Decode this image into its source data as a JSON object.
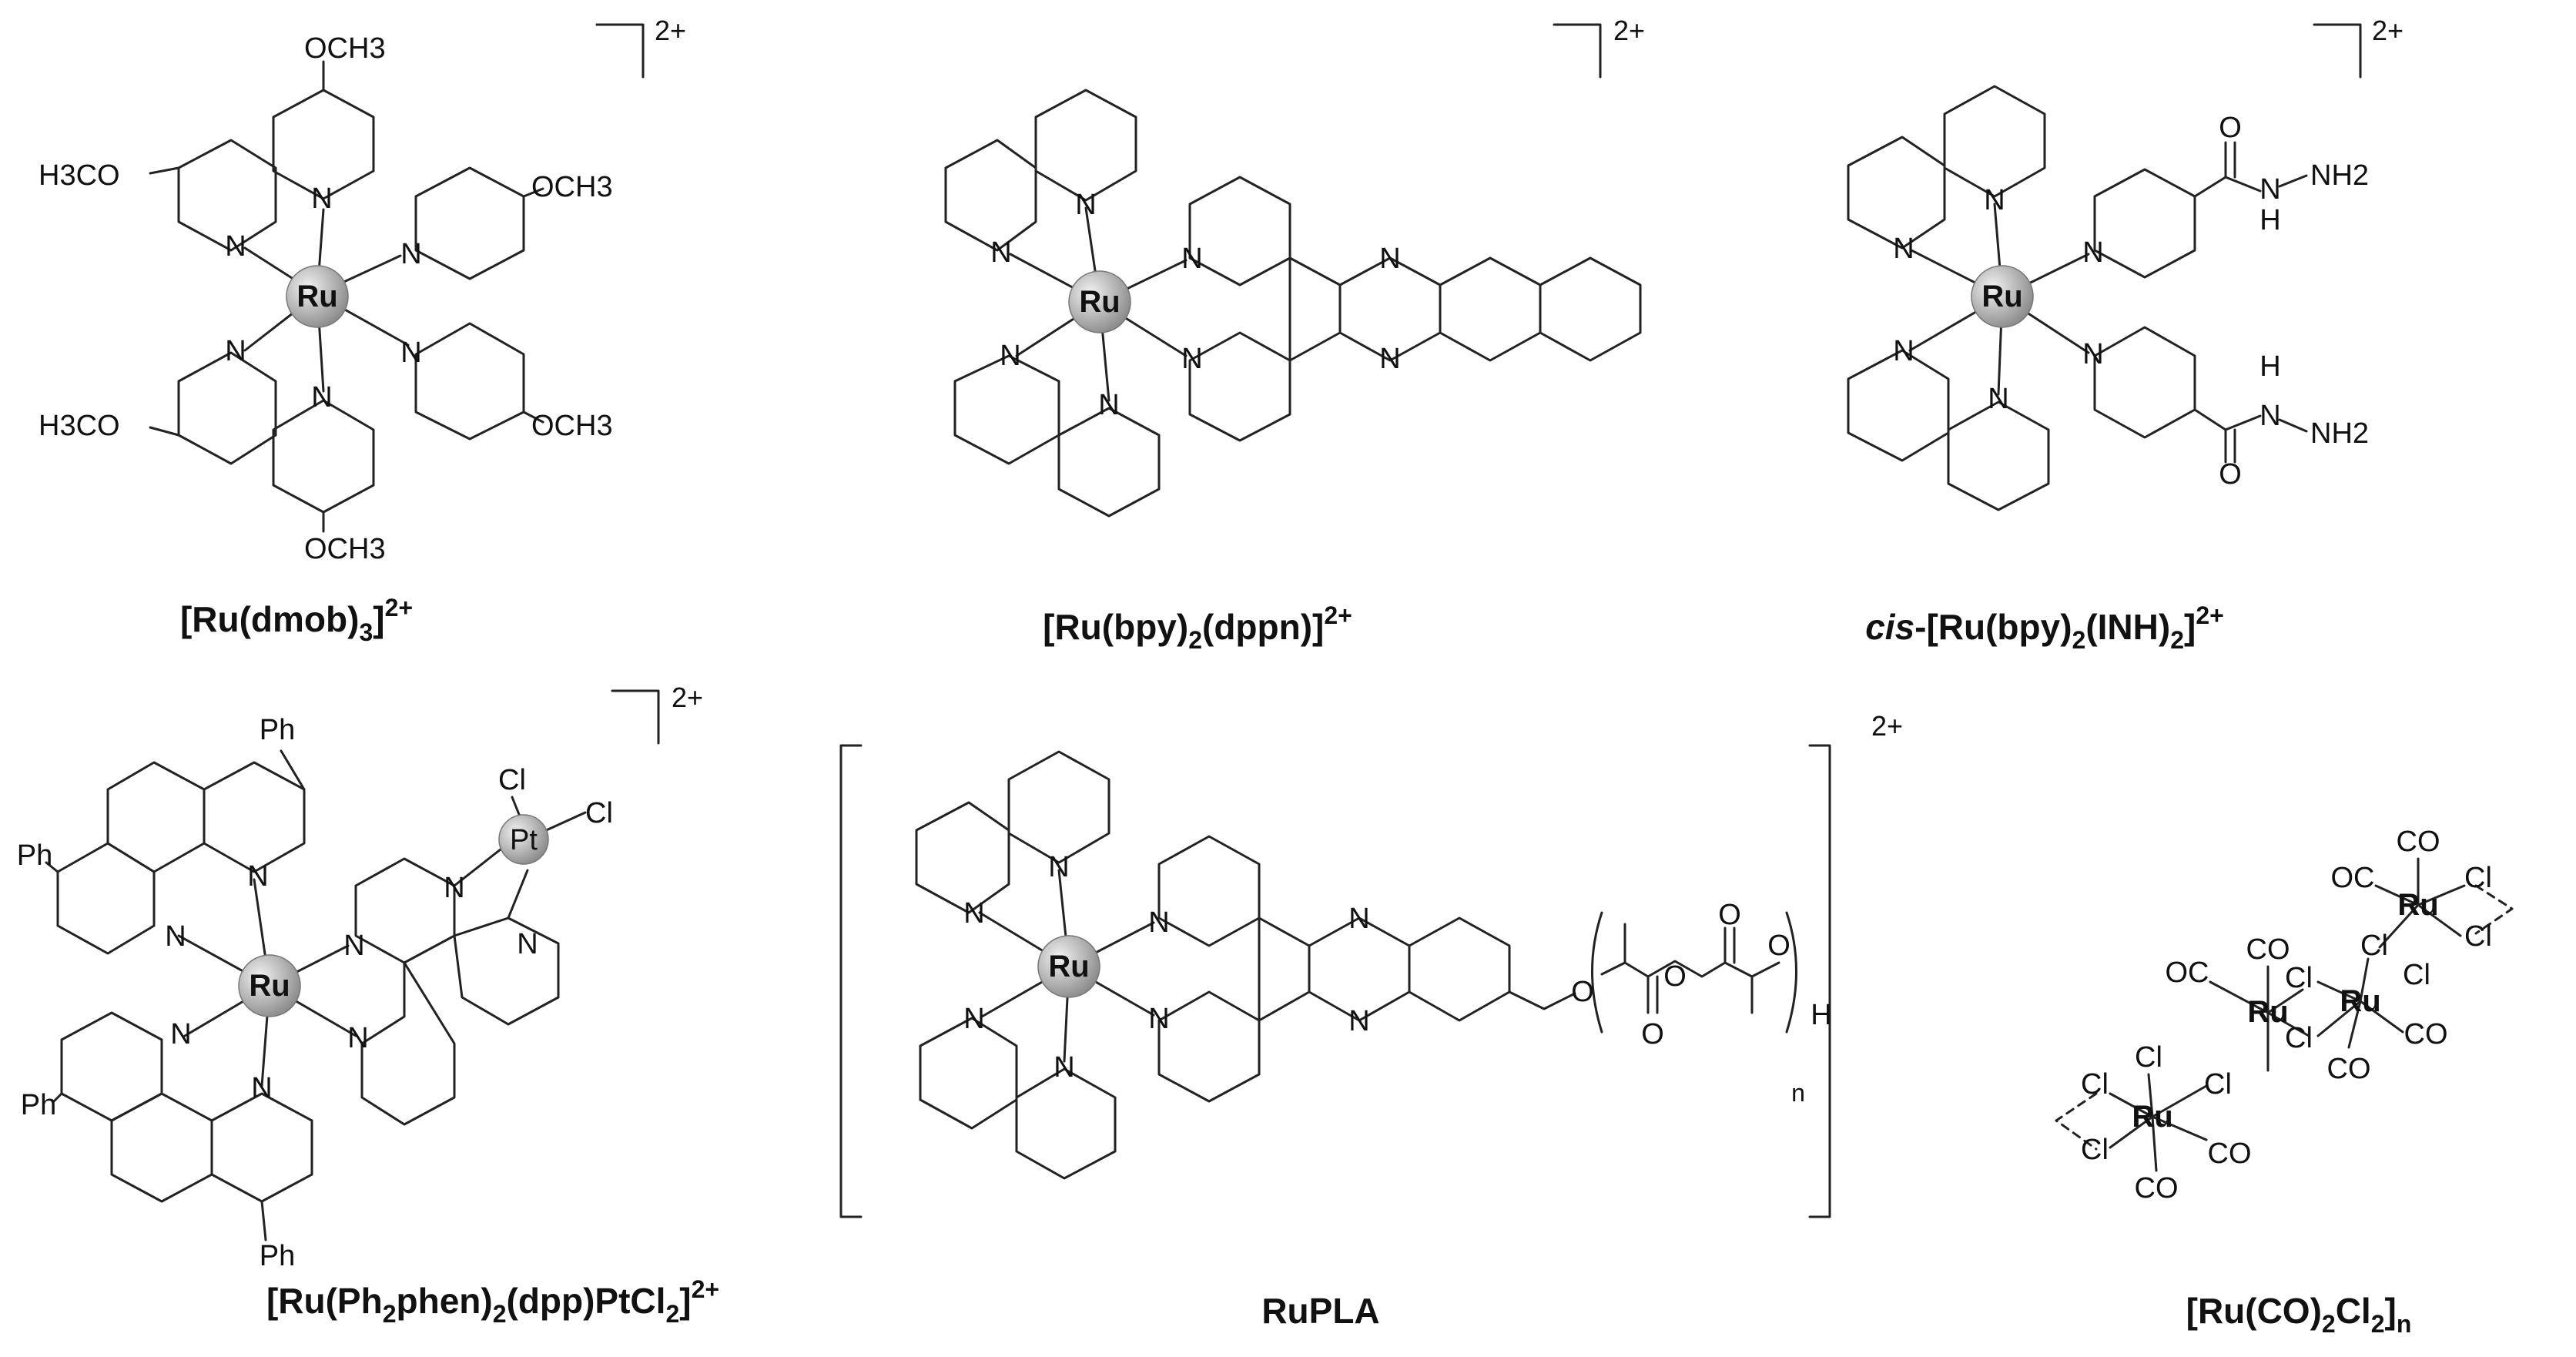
{
  "figure": {
    "colors": {
      "bond": "#222222",
      "text": "#111111",
      "metal_highlight": "#f2f2f2",
      "metal_shadow": "#8a8a8a",
      "background": "#ffffff"
    },
    "charge": "2+",
    "atoms": {
      "metal": "Ru",
      "platinum": "Pt",
      "nitrogen": "N",
      "oxygen": "O",
      "hydrogen": "H",
      "chlorine": "Cl",
      "carbonyl": "CO",
      "carbonyl_left": "OC",
      "methoxy": "OCH3",
      "methoxy_left": "H3CO",
      "phenyl": "Ph",
      "hydrazide_nh2": "NH2",
      "repeat_index": "n"
    },
    "compounds": [
      {
        "name_main": "[Ru(dmob)",
        "name_sub": "3",
        "name_end": "]",
        "name_sup": "2+"
      },
      {
        "name_main": "[Ru(bpy)",
        "name_sub": "2",
        "name_end": "(dppn)]",
        "name_sup": "2+"
      },
      {
        "name_italic": "cis",
        "name_main": "-[Ru(bpy)",
        "name_sub": "2",
        "name_mid": "(INH)",
        "name_sub2": "2",
        "name_end": "]",
        "name_sup": "2+"
      },
      {
        "name_main": "[Ru(Ph",
        "name_sub": "2",
        "name_mid": "phen)",
        "name_sub2": "2",
        "name_mid2": "(dpp)PtCl",
        "name_sub3": "2",
        "name_end": "]",
        "name_sup": "2+"
      },
      {
        "name_main": "RuPLA"
      },
      {
        "name_main": "[Ru(CO)",
        "name_sub": "2",
        "name_mid": "Cl",
        "name_sub2": "2",
        "name_end": "]",
        "name_sub3": "n"
      }
    ]
  }
}
